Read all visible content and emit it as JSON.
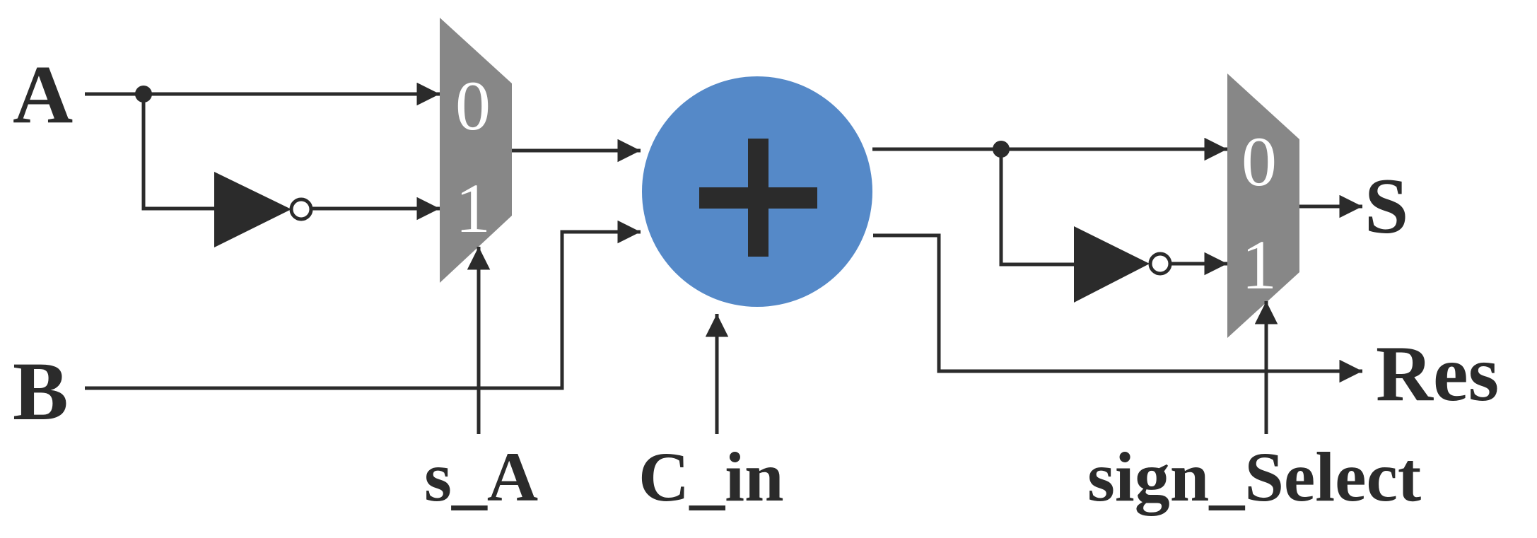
{
  "labels": {
    "input_a": "A",
    "input_b": "B",
    "select_a": "s_A",
    "carry_in": "C_in",
    "sign_select": "sign_Select",
    "output_s": "S",
    "output_res": "Res"
  },
  "mux_a": {
    "input0": "0",
    "input1": "1"
  },
  "mux_s": {
    "input0": "0",
    "input1": "1"
  },
  "adder_symbol": "+",
  "colors": {
    "adder": "#5589c8",
    "mux": "#878787",
    "line": "#2b2b2b",
    "background": "#ffffff"
  }
}
